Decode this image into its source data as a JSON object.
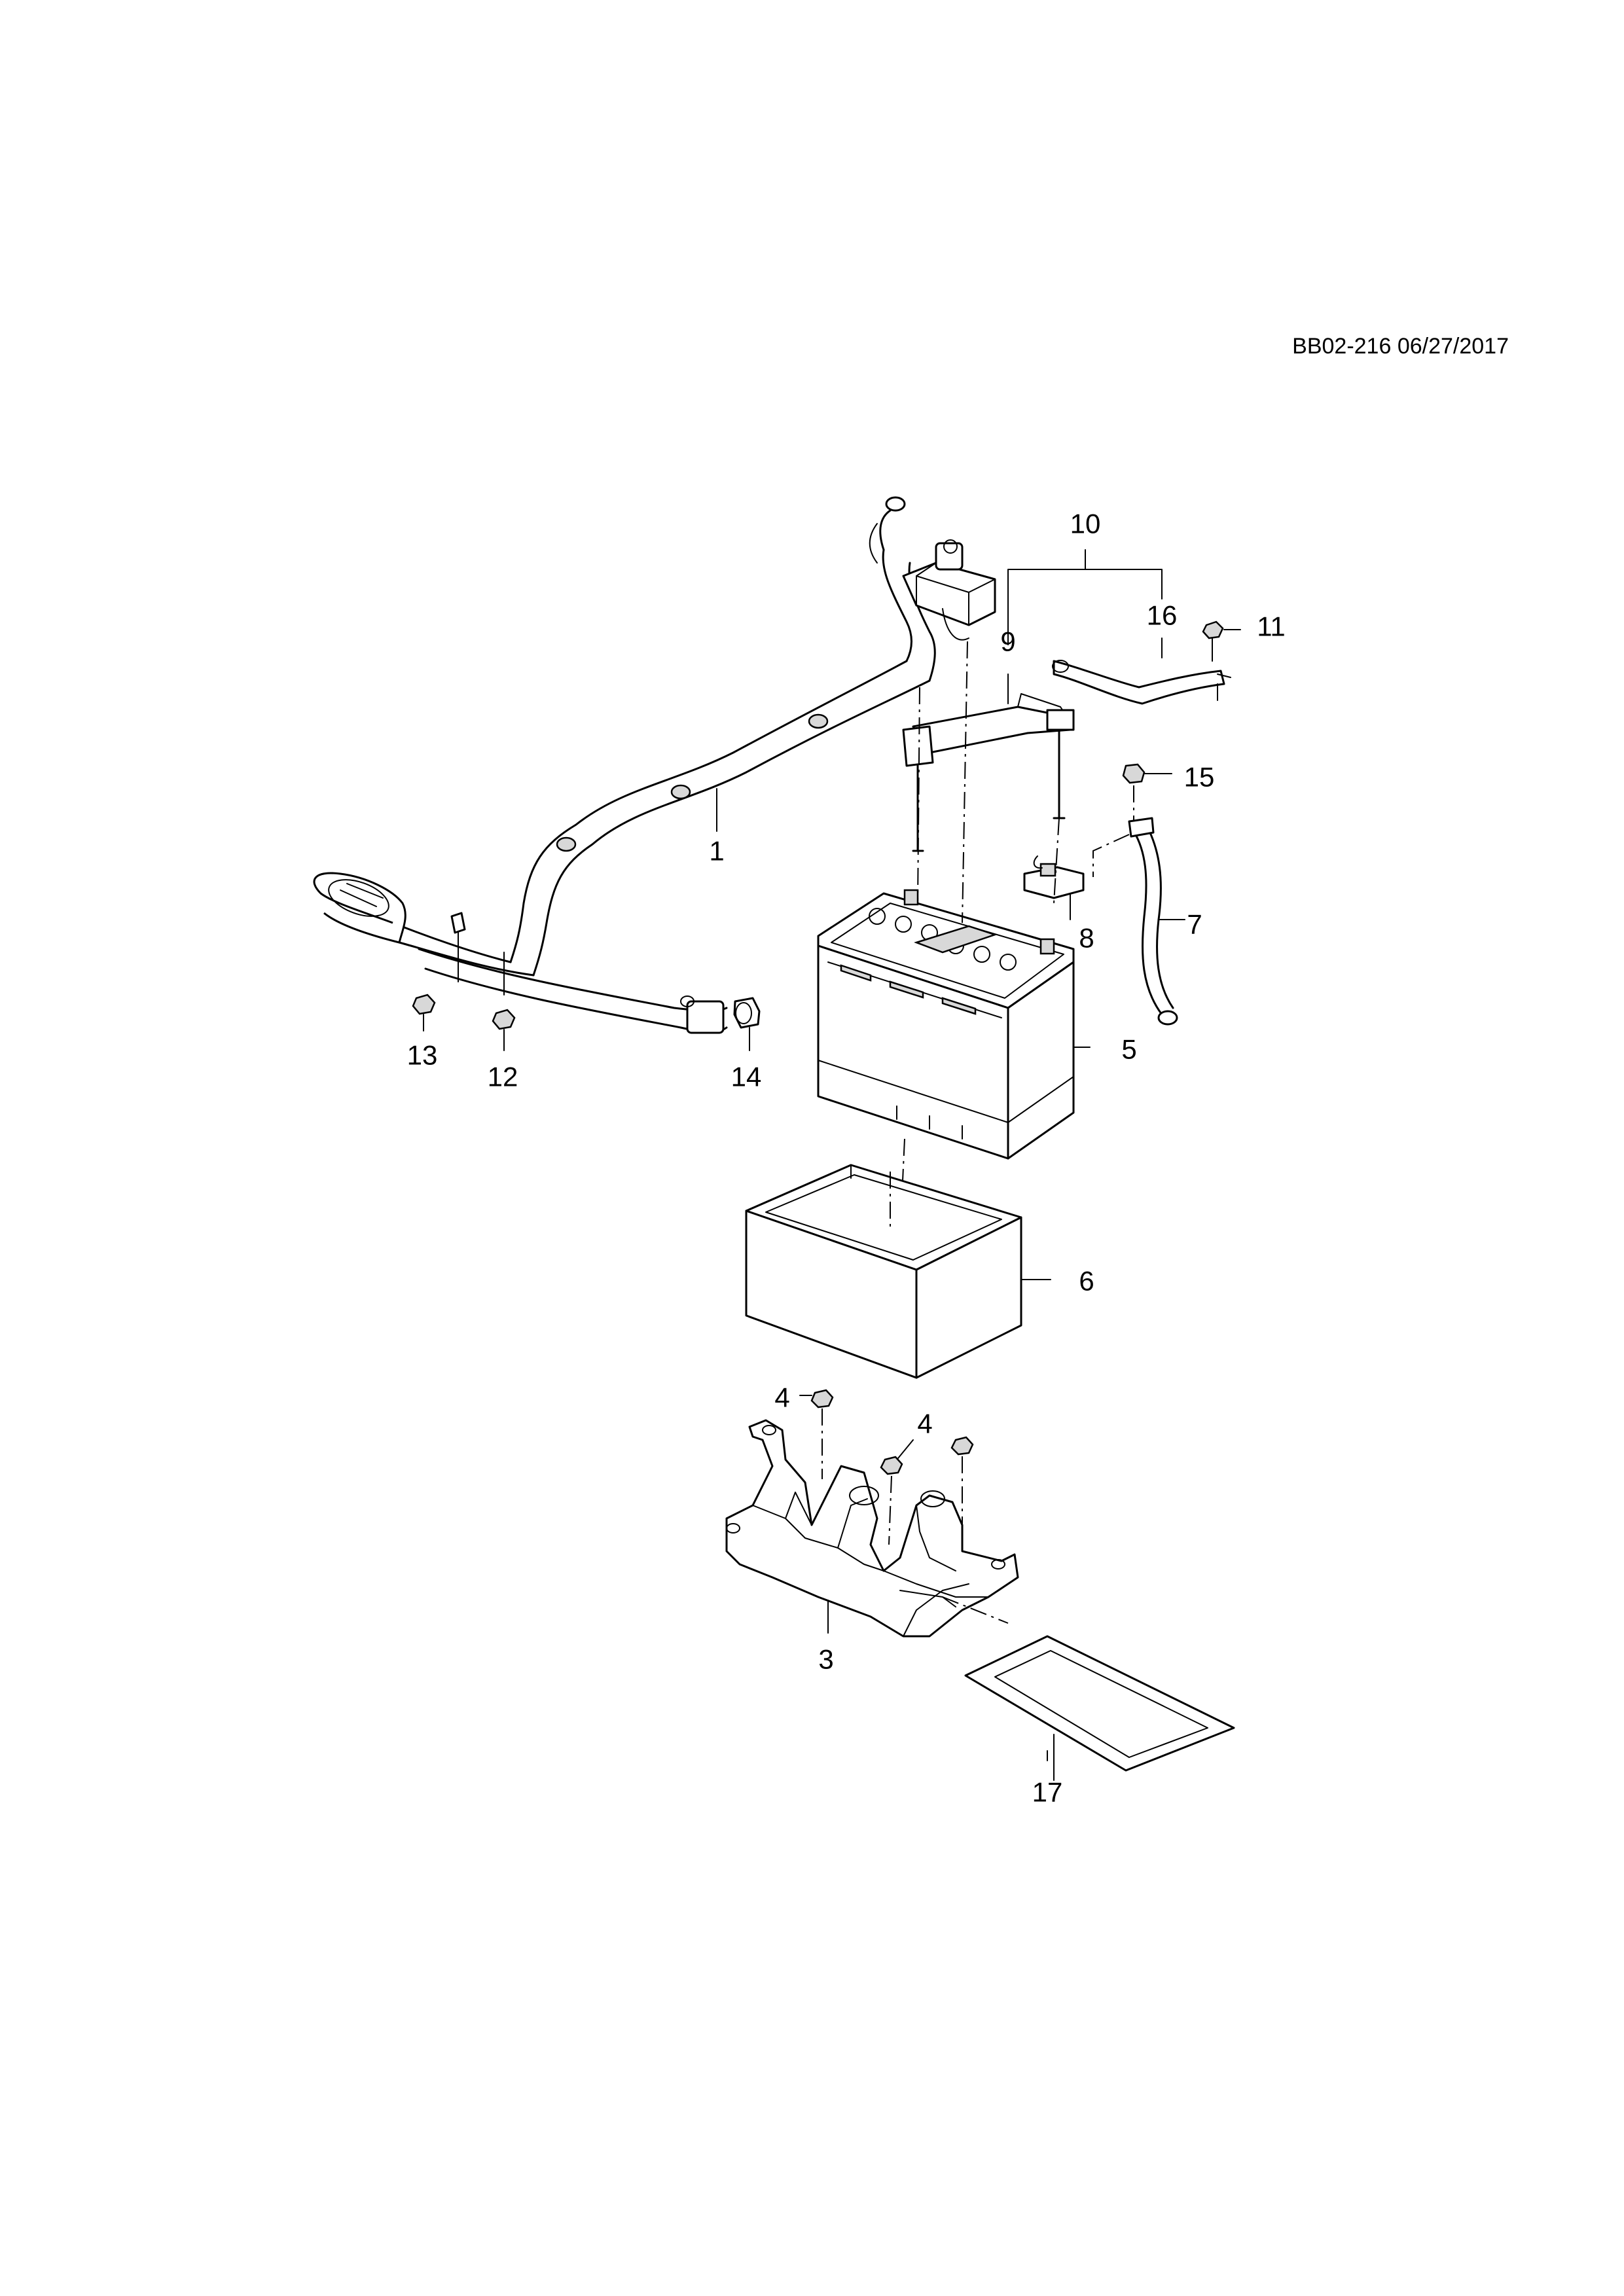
{
  "document": {
    "reference": "BB02-216 06/27/2017"
  },
  "callouts": {
    "c1": "1",
    "c3": "3",
    "c4a": "4",
    "c4b": "4",
    "c5": "5",
    "c6": "6",
    "c7": "7",
    "c8": "8",
    "c9": "9",
    "c10": "10",
    "c11": "11",
    "c12": "12",
    "c13": "13",
    "c14": "14",
    "c15": "15",
    "c16": "16",
    "c17": "17"
  }
}
